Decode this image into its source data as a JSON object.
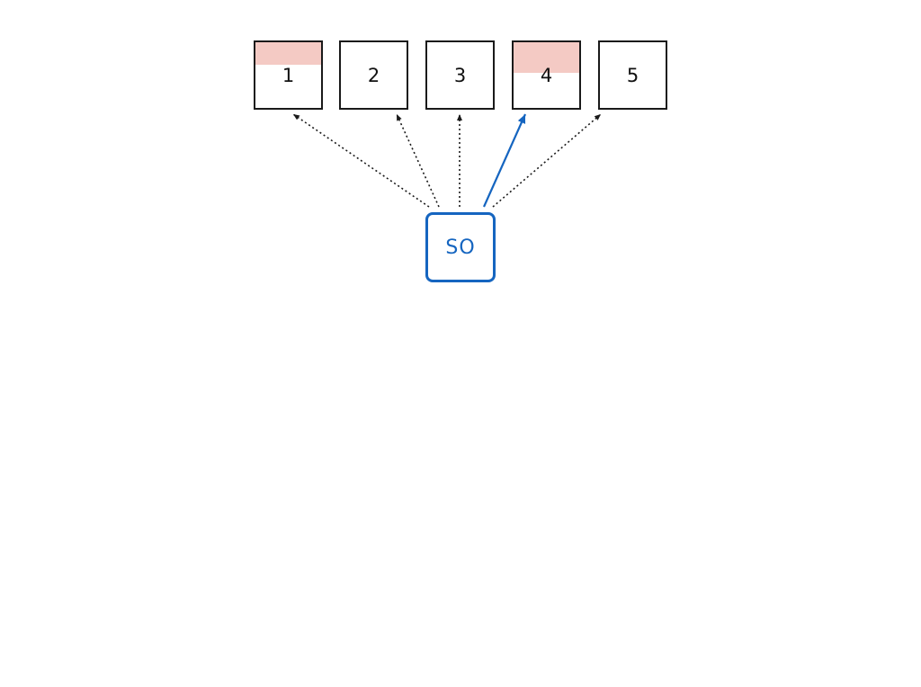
{
  "slots": [
    {
      "label": "1",
      "fill_level": 0.34,
      "fill_color": "#f4cac4"
    },
    {
      "label": "2",
      "fill_level": 0,
      "fill_color": "#f4cac4"
    },
    {
      "label": "3",
      "fill_level": 0,
      "fill_color": "#f4cac4"
    },
    {
      "label": "4",
      "fill_level": 0.47,
      "fill_color": "#f4cac4"
    },
    {
      "label": "5",
      "fill_level": 0,
      "fill_color": "#f4cac4"
    }
  ],
  "source": {
    "label": "SO"
  },
  "arrows": [
    {
      "to": "1",
      "style": "dotted"
    },
    {
      "to": "2",
      "style": "dotted"
    },
    {
      "to": "3",
      "style": "dotted"
    },
    {
      "to": "4",
      "style": "solid"
    },
    {
      "to": "5",
      "style": "dotted"
    }
  ],
  "colors": {
    "box_border": "#1a1a1a",
    "highlight": "#1565c0",
    "dotted_arrow": "#1a1a1a"
  }
}
